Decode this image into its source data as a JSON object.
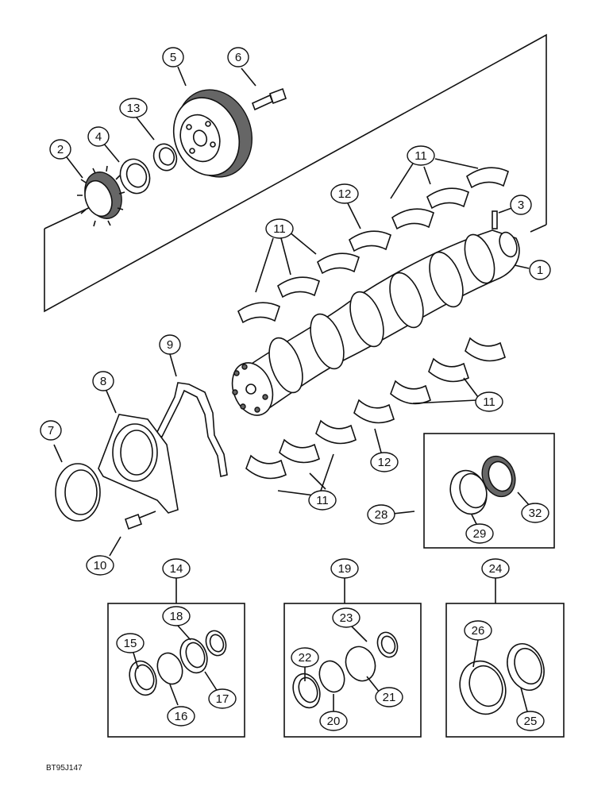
{
  "drawing_code": "BT95J147",
  "callouts": [
    {
      "id": "c5",
      "label": "5"
    },
    {
      "id": "c6",
      "label": "6"
    },
    {
      "id": "c13",
      "label": "13"
    },
    {
      "id": "c4",
      "label": "4"
    },
    {
      "id": "c2",
      "label": "2"
    },
    {
      "id": "c11a",
      "label": "11"
    },
    {
      "id": "c12a",
      "label": "12"
    },
    {
      "id": "c3",
      "label": "3"
    },
    {
      "id": "c11b",
      "label": "11"
    },
    {
      "id": "c1",
      "label": "1"
    },
    {
      "id": "c9",
      "label": "9"
    },
    {
      "id": "c8",
      "label": "8"
    },
    {
      "id": "c7",
      "label": "7"
    },
    {
      "id": "c11c",
      "label": "11"
    },
    {
      "id": "c12b",
      "label": "12"
    },
    {
      "id": "c11d",
      "label": "11"
    },
    {
      "id": "c28",
      "label": "28"
    },
    {
      "id": "c29",
      "label": "29"
    },
    {
      "id": "c32",
      "label": "32"
    },
    {
      "id": "c10",
      "label": "10"
    },
    {
      "id": "c14",
      "label": "14"
    },
    {
      "id": "c19",
      "label": "19"
    },
    {
      "id": "c24",
      "label": "24"
    },
    {
      "id": "c18",
      "label": "18"
    },
    {
      "id": "c15",
      "label": "15"
    },
    {
      "id": "c17",
      "label": "17"
    },
    {
      "id": "c16",
      "label": "16"
    },
    {
      "id": "c23",
      "label": "23"
    },
    {
      "id": "c22",
      "label": "22"
    },
    {
      "id": "c21",
      "label": "21"
    },
    {
      "id": "c20",
      "label": "20"
    },
    {
      "id": "c26",
      "label": "26"
    },
    {
      "id": "c25",
      "label": "25"
    }
  ]
}
